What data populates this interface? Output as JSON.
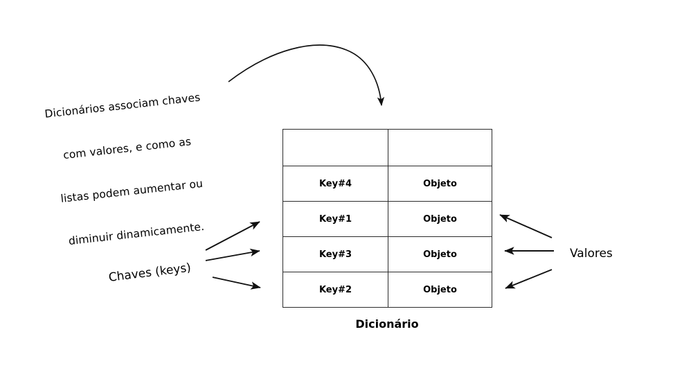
{
  "diagram": {
    "title_caption": "Dicionário",
    "annotation": {
      "lines": [
        "Dicionários associam chaves",
        "com valores, e como as",
        "listas podem aumentar ou",
        "diminuir dinamicamente."
      ]
    },
    "labels": {
      "keys": "Chaves (keys)",
      "values": "Valores"
    },
    "table": {
      "columns": [
        "",
        ""
      ],
      "header_row": [
        "",
        ""
      ],
      "rows": [
        {
          "key": "Key#4",
          "value": "Objeto"
        },
        {
          "key": "Key#1",
          "value": "Objeto"
        },
        {
          "key": "Key#3",
          "value": "Objeto"
        },
        {
          "key": "Key#2",
          "value": "Objeto"
        }
      ]
    },
    "arrows": {
      "curved_pointer_name": "curved-arrow-to-table",
      "left_arrow_count": 3,
      "right_arrow_count": 3
    },
    "colors": {
      "stroke": "#2b2b2b",
      "text": "#000000",
      "background": "#ffffff"
    }
  }
}
